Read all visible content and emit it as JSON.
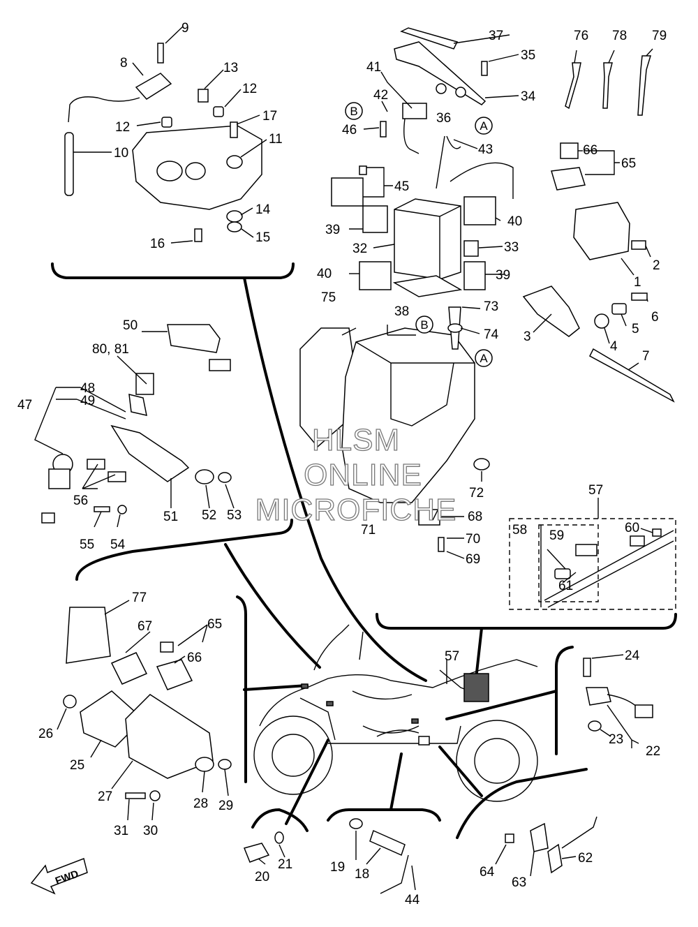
{
  "callouts": [
    "1",
    "2",
    "3",
    "4",
    "5",
    "6",
    "7",
    "8",
    "9",
    "10",
    "11",
    "12",
    "12",
    "13",
    "14",
    "15",
    "16",
    "17",
    "18",
    "19",
    "20",
    "21",
    "22",
    "23",
    "24",
    "25",
    "26",
    "27",
    "28",
    "29",
    "30",
    "31",
    "32",
    "33",
    "34",
    "35",
    "36",
    "37",
    "38",
    "39",
    "39",
    "40",
    "40",
    "41",
    "42",
    "43",
    "44",
    "45",
    "46",
    "47",
    "48",
    "49",
    "50",
    "51",
    "52",
    "53",
    "54",
    "55",
    "56",
    "57",
    "57",
    "58",
    "59",
    "60",
    "61",
    "62",
    "63",
    "64",
    "65",
    "65",
    "66",
    "66",
    "67",
    "68",
    "69",
    "70",
    "71",
    "72",
    "73",
    "74",
    "75",
    "76",
    "77",
    "78",
    "79",
    "80, 81"
  ],
  "ref_marks": [
    "A",
    "A",
    "B",
    "B"
  ],
  "watermark": [
    "HLSM",
    "ONLINE",
    "MICROFICHE"
  ],
  "fwd_label": "FWD"
}
